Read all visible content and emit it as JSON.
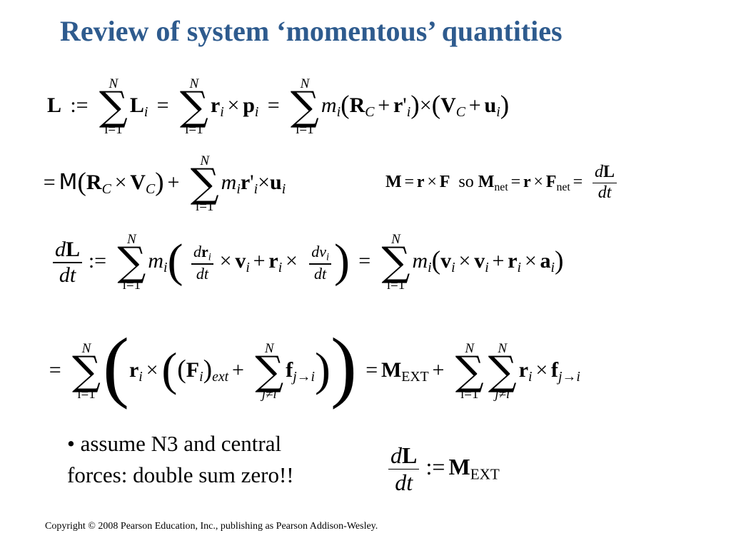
{
  "slide": {
    "title": "Review of system ‘momentous’ quantities",
    "bullet_line1": "• assume N3 and central",
    "bullet_line2": "forces:  double sum zero!!",
    "footer": "Copyright © 2008 Pearson Education, Inc., publishing as Pearson Addison-Wesley."
  },
  "math": {
    "N": "N",
    "i_eq_1": "i=1",
    "j_ne_i": "j≠i",
    "dL": "dL",
    "dt": "dt",
    "dri": "dr",
    "dvi": "dv",
    "ext": "ext",
    "EXT": "EXT",
    "net": "net",
    "so": "so",
    "M_script": "M"
  }
}
